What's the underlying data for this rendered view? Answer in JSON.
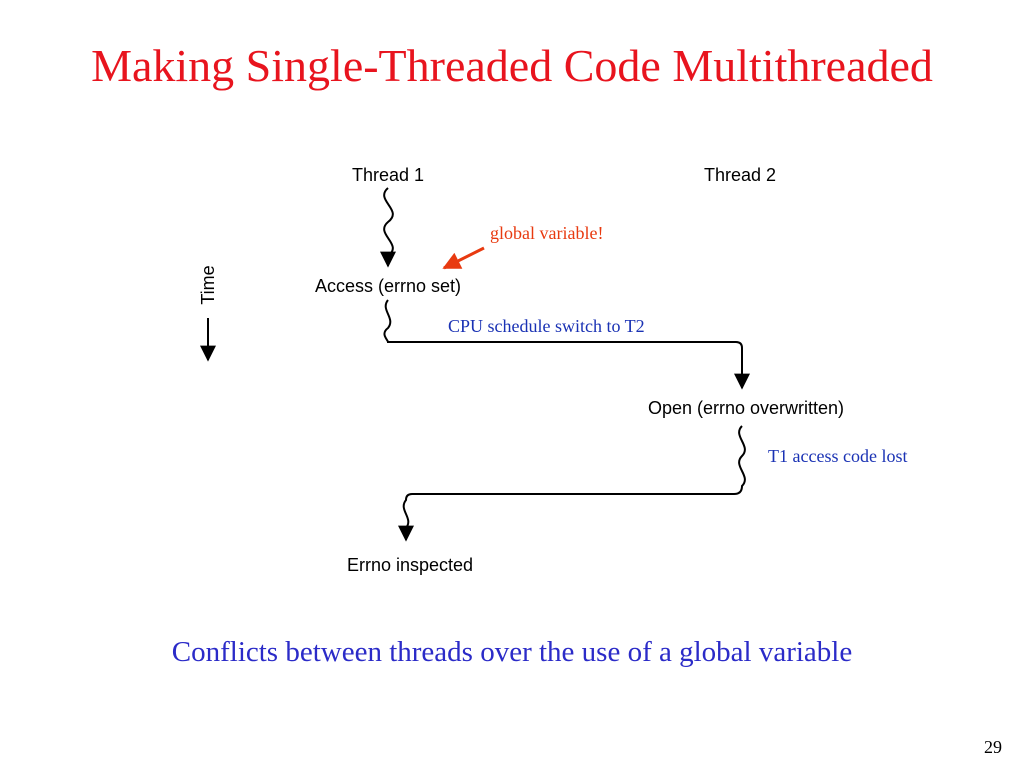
{
  "slide": {
    "title": "Making Single-Threaded Code Multithreaded",
    "caption": "Conflicts between threads over the use of a global variable",
    "page_number": "29"
  },
  "diagram": {
    "thread1_label": "Thread 1",
    "thread2_label": "Thread 2",
    "time_label": "Time",
    "access_label": "Access (errno set)",
    "open_label": "Open (errno overwritten)",
    "inspected_label": "Errno inspected",
    "global_annotation": "global variable!",
    "switch_annotation": "CPU schedule switch to T2",
    "lost_annotation": "T1 access code lost"
  },
  "colors": {
    "title": "#e8141e",
    "caption": "#2b2bc8",
    "annotation_red": "#e83a10",
    "annotation_blue": "#1a32b4",
    "diagram_ink": "#000000"
  }
}
